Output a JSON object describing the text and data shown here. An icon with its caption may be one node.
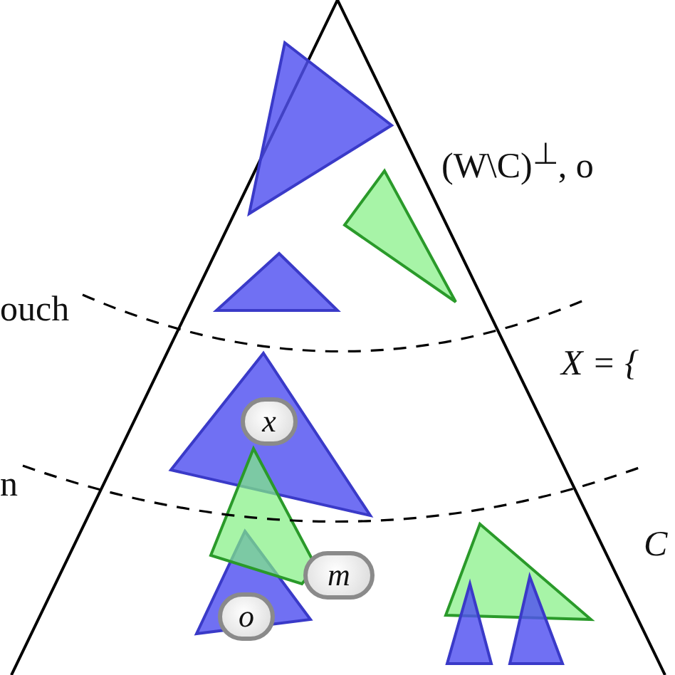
{
  "diagram": {
    "nodes": [
      {
        "text": [
          "x"
        ]
      },
      {
        "text": [
          "m"
        ]
      },
      {
        "text": [
          "o"
        ]
      }
    ],
    "labels": [
      "(W\\C)$^{⊥}$, o",
      "ouch",
      "X = {",
      "n",
      "C"
    ]
  }
}
